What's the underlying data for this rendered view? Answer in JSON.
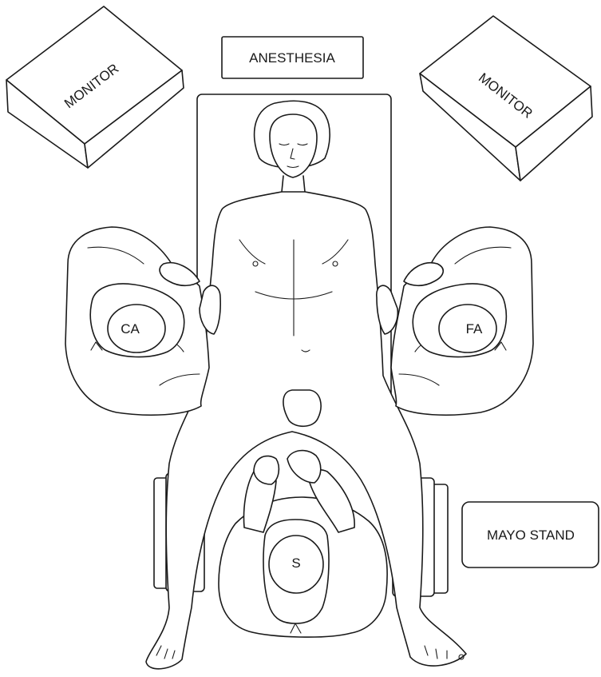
{
  "labels": {
    "anesthesia": "ANESTHESIA",
    "monitor_left": "MONITOR",
    "monitor_right": "MONITOR",
    "mayo_stand": "MAYO STAND",
    "camera_assistant": "CA",
    "first_assistant": "FA",
    "surgeon": "S"
  },
  "colors": {
    "ink": "#1a1a1a",
    "background": "#ffffff"
  }
}
